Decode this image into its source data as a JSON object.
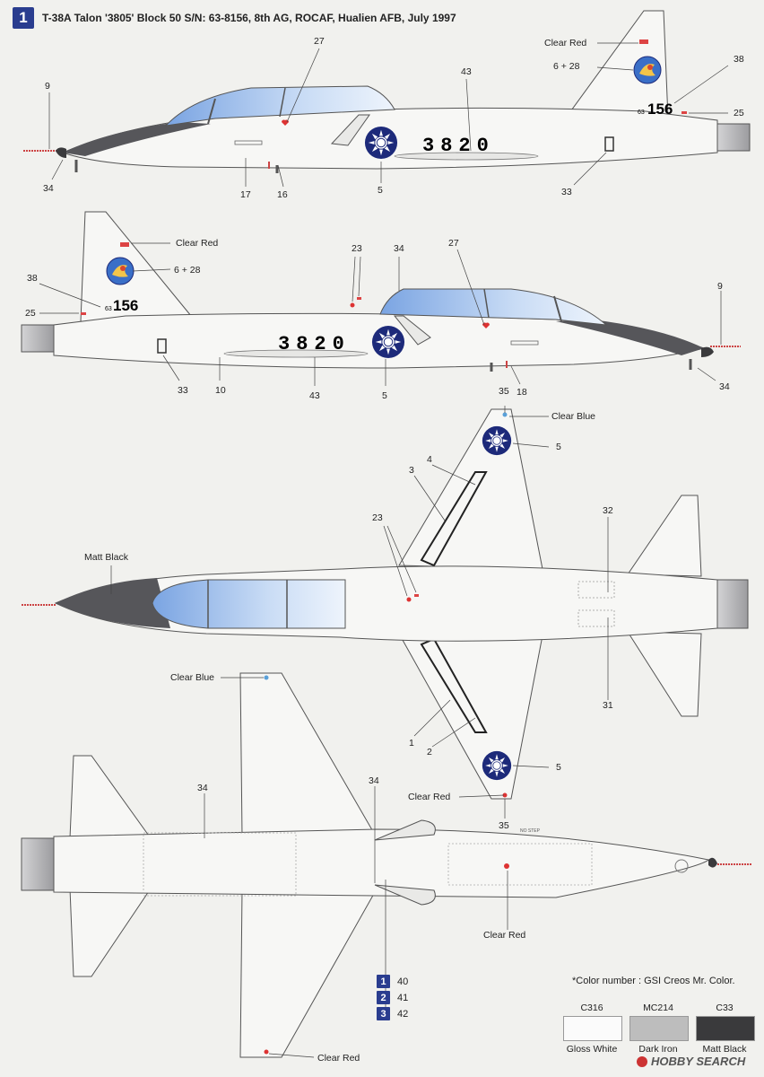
{
  "header": {
    "profile_number": "1",
    "title": "T-38A Talon '3805' Block 50 S/N: 63-8156, 8th AG, ROCAF, Hualien AFB, July 1997"
  },
  "aircraft": {
    "serial_large": "3820",
    "tail_code_small": "63",
    "tail_code_large": "156",
    "no_step": "NO STEP"
  },
  "callouts": {
    "side1": {
      "c27": "27",
      "clear_red": "Clear Red",
      "c6_28": "6 + 28",
      "c38": "38",
      "c9": "9",
      "c43": "43",
      "c25": "25",
      "c34": "34",
      "c5": "5",
      "c17": "17",
      "c16": "16",
      "c33": "33"
    },
    "side2": {
      "clear_red": "Clear Red",
      "c6_28": "6 + 28",
      "c38": "38",
      "c25": "25",
      "c23": "23",
      "c34a": "34",
      "c27": "27",
      "c9": "9",
      "c33": "33",
      "c10": "10",
      "c43": "43",
      "c5": "5",
      "c18": "18",
      "c34b": "34"
    },
    "top": {
      "c35": "35",
      "clear_blue": "Clear Blue",
      "c5a": "5",
      "c4": "4",
      "c3": "3",
      "c23": "23",
      "c32": "32",
      "matt_black": "Matt Black",
      "c31": "31",
      "c1": "1",
      "c2": "2",
      "c5b": "5",
      "clear_red": "Clear Red",
      "c35b": "35"
    },
    "bottom": {
      "clear_blue": "Clear Blue",
      "c34a": "34",
      "c34b": "34",
      "clear_red_mid": "Clear Red",
      "clear_red_bottom": "Clear Red"
    }
  },
  "legend": [
    {
      "badge": "1",
      "number": "40"
    },
    {
      "badge": "2",
      "number": "41"
    },
    {
      "badge": "3",
      "number": "42"
    }
  ],
  "color_note": "*Color number : GSI Creos Mr. Color.",
  "swatches": [
    {
      "code": "C316",
      "name": "Gloss White",
      "color": "#fbfbfb"
    },
    {
      "code": "MC214",
      "name": "Dark Iron",
      "color": "#bdbdbd"
    },
    {
      "code": "C33",
      "name": "Matt Black",
      "color": "#3a3a3c"
    }
  ],
  "colors": {
    "roundel_blue": "#1d2a7a",
    "badge_blue": "#2a3d8f",
    "canopy_blue": "#8eb4ea",
    "anti_glare": "#56565a",
    "body_white": "#f7f7f5",
    "exhaust_grey": "#b9b9bb"
  },
  "watermark": "HOBBY SEARCH"
}
